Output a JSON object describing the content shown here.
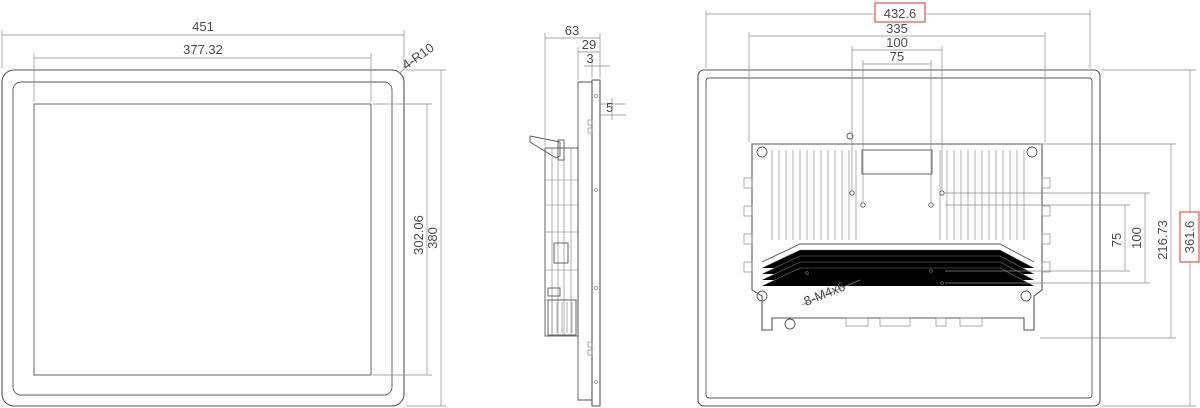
{
  "front_view": {
    "width_outer": "451",
    "width_display": "377.32",
    "corner_radius": "4-R10",
    "height_display": "302.06",
    "height_outer": "380"
  },
  "side_view": {
    "depth_total": "63",
    "depth_bezel": "29",
    "depth_front": "3",
    "depth_step": "5"
  },
  "rear_view": {
    "width_outer": "432.6",
    "width_mount": "335",
    "vesa_100": "100",
    "vesa_75": "75",
    "height_vesa_75": "75",
    "height_vesa_100": "100",
    "height_mount": "216.73",
    "height_outer": "361.6",
    "screw_spec": "8-M4x6",
    "highlight_color": "#d9342b"
  }
}
